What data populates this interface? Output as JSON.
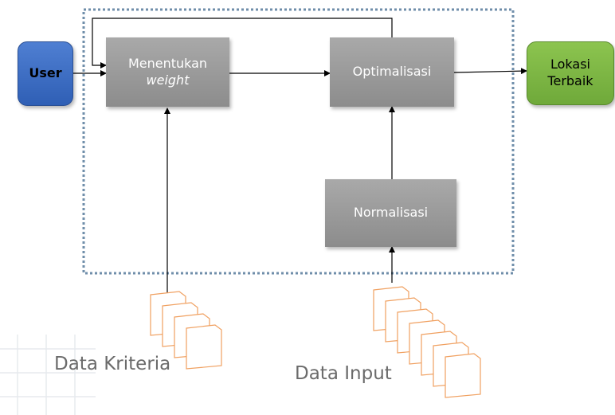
{
  "diagram": {
    "nodes": {
      "user": {
        "label": "User"
      },
      "weight": {
        "line1": "Menentukan",
        "line2": "weight"
      },
      "optimalisasi": {
        "label": "Optimalisasi"
      },
      "normalisasi": {
        "label": "Normalisasi"
      },
      "lokasi": {
        "line1": "Lokasi",
        "line2": "Terbaik"
      }
    },
    "inputs": {
      "kriteria": {
        "label": "Data Kriteria",
        "sheets": 4
      },
      "input": {
        "label": "Data Input",
        "sheets": 7
      }
    },
    "colors": {
      "user_fill": "#3f6fc4",
      "output_fill": "#7ab648",
      "process_fill": "#9a9a9a",
      "boundary_dots": "#6f8eaa",
      "sheet_border": "#f0a060",
      "arrow": "#000000",
      "caption_text": "#6b6b6b"
    }
  }
}
